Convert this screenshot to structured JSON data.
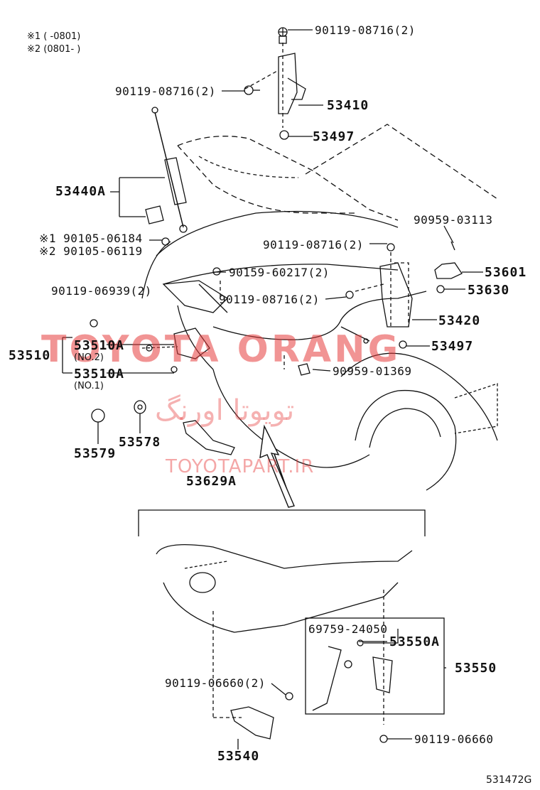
{
  "notes": {
    "note1": "※1 (      -0801)",
    "note2": "※2 (0801-      )"
  },
  "labels": {
    "p90119_08716_top": "90119-08716(2)",
    "p90119_08716_left": "90119-08716(2)",
    "p53410": "53410",
    "p53497_top": "53497",
    "p53440A": "53440A",
    "p90105_06184": "※1 90105-06184",
    "p90105_06119": "※2 90105-06119",
    "p90959_03113": "90959-03113",
    "p90119_08716_mid": "90119-08716(2)",
    "p53601": "53601",
    "p90159_60217": "90159-60217(2)",
    "p53630": "53630",
    "p90119_06939": "90119-06939(2)",
    "p90119_08716_low": "90119-08716(2)",
    "p53420": "53420",
    "p53510": "53510",
    "p53510A_no2": "53510A",
    "no2": "(NO.2)",
    "p53497_right": "53497",
    "p90959_01369": "90959-01369",
    "p53510A_no1": "53510A",
    "no1": "(NO.1)",
    "p53579": "53579",
    "p53578": "53578",
    "p53629A": "53629A",
    "p69759_24050": "69759-24050",
    "p53550A": "53550A",
    "p53550": "53550",
    "p90119_06660_left": "90119-06660(2)",
    "p90119_06660_right": "90119-06660",
    "p53540": "53540"
  },
  "watermark": {
    "brand": "TOYOTA ORANG",
    "persian": "تویوتا اورنگ",
    "site": "TOYOTAPART.IR"
  },
  "figure_ref": "531472G"
}
